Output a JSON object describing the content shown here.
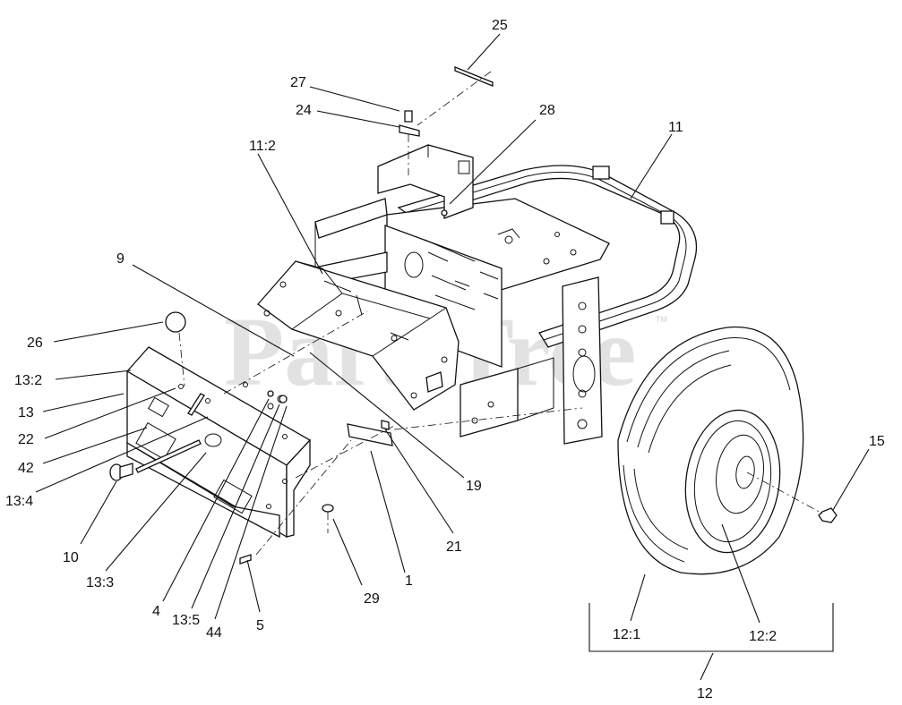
{
  "watermark": {
    "text": "PartsTree",
    "trademark": "TM"
  },
  "callouts": [
    {
      "id": "25",
      "text": "25"
    },
    {
      "id": "27",
      "text": "27"
    },
    {
      "id": "24",
      "text": "24"
    },
    {
      "id": "28",
      "text": "28"
    },
    {
      "id": "11",
      "text": "11"
    },
    {
      "id": "11-2",
      "text": "11:2"
    },
    {
      "id": "9",
      "text": "9"
    },
    {
      "id": "26",
      "text": "26"
    },
    {
      "id": "13-2",
      "text": "13:2"
    },
    {
      "id": "13",
      "text": "13"
    },
    {
      "id": "22",
      "text": "22"
    },
    {
      "id": "42",
      "text": "42"
    },
    {
      "id": "13-4",
      "text": "13:4"
    },
    {
      "id": "10",
      "text": "10"
    },
    {
      "id": "13-3",
      "text": "13:3"
    },
    {
      "id": "4",
      "text": "4"
    },
    {
      "id": "13-5",
      "text": "13:5"
    },
    {
      "id": "44",
      "text": "44"
    },
    {
      "id": "5",
      "text": "5"
    },
    {
      "id": "29",
      "text": "29"
    },
    {
      "id": "1",
      "text": "1"
    },
    {
      "id": "21",
      "text": "21"
    },
    {
      "id": "19",
      "text": "19"
    },
    {
      "id": "15",
      "text": "15"
    },
    {
      "id": "12-1",
      "text": "12:1"
    },
    {
      "id": "12-2",
      "text": "12:2"
    },
    {
      "id": "12",
      "text": "12"
    }
  ]
}
